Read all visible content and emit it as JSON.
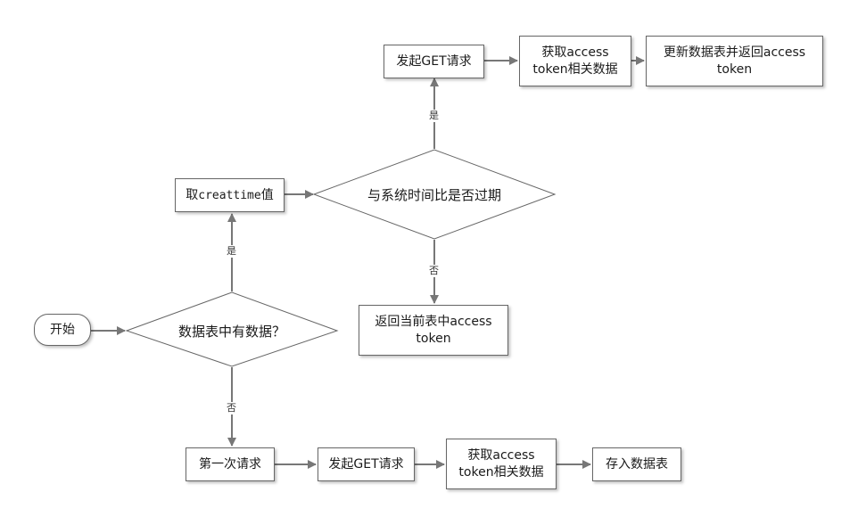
{
  "nodes": {
    "start": "开始",
    "decision_has_data": "数据表中有数据？",
    "get_createtime_prefix": "取",
    "get_createtime_code": "creattime",
    "get_createtime_suffix": "值",
    "decision_expired": "与系统时间比是否过期",
    "top_get_request": "发起GET请求",
    "top_fetch_token": "获取access token相关数据",
    "update_and_return": "更新数据表并返回access token",
    "return_current": "返回当前表中access token",
    "first_request": "第一次请求",
    "bottom_get_request": "发起GET请求",
    "bottom_fetch_token": "获取access token相关数据",
    "save_table": "存入数据表"
  },
  "edge_labels": {
    "has_data_yes": "是",
    "has_data_no": "否",
    "expired_yes": "是",
    "expired_no": "否"
  },
  "colors": {
    "stroke": "#666666",
    "arrow": "#777777",
    "fill": "#ffffff",
    "text": "#1a1a1a"
  }
}
